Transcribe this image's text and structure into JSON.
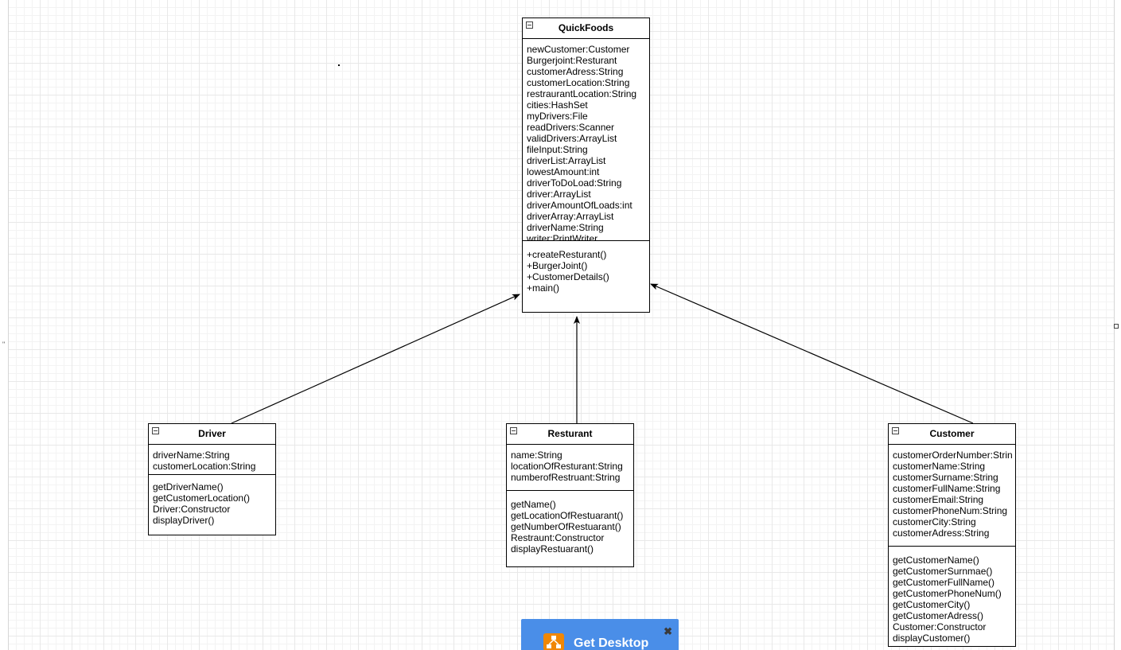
{
  "diagram": {
    "classes": {
      "quickfoods": {
        "name": "QuickFoods",
        "attributes": [
          "newCustomer:Customer",
          "Burgerjoint:Resturant",
          "customerAdress:String",
          "customerLocation:String",
          "restraurantLocation:String",
          "cities:HashSet",
          "myDrivers:File",
          "readDrivers:Scanner",
          "validDrivers:ArrayList",
          "fileInput:String",
          "driverList:ArrayList",
          "lowestAmount:int",
          "driverToDoLoad:String",
          "driver:ArrayList",
          "driverAmountOfLoads:int",
          "driverArray:ArrayList",
          "driverName:String",
          "writer:PrintWriter"
        ],
        "methods": [
          "+createResturant()",
          "+BurgerJoint()",
          "+CustomerDetails()",
          "+main()"
        ]
      },
      "driver": {
        "name": "Driver",
        "attributes": [
          "driverName:String",
          "customerLocation:String"
        ],
        "methods": [
          "getDriverName()",
          "getCustomerLocation()",
          "Driver:Constructor",
          "displayDriver()"
        ]
      },
      "resturant": {
        "name": "Resturant",
        "attributes": [
          "name:String",
          "locationOfResturant:String",
          "numberofRestruant:String"
        ],
        "methods": [
          "getName()",
          "getLocationOfRestuarant()",
          "getNumberOfRestuarant()",
          "Restraunt:Constructor",
          "displayRestuarant()"
        ]
      },
      "customer": {
        "name": "Customer",
        "attributes": [
          "customerOrderNumber:Strin",
          "customerName:String",
          "customerSurname:String",
          "customerFullName:String",
          "customerEmail:String",
          "customerPhoneNum:String",
          "customerCity:String",
          "customerAdress:String"
        ],
        "methods": [
          "getCustomerName()",
          "getCustomerSurnmae()",
          "getCustomerFullName()",
          "getCustomerPhoneNum()",
          "getCustomerCity()",
          "getCustomerAdress()",
          "Customer:Constructor",
          "displayCustomer()"
        ]
      }
    }
  },
  "banner": {
    "text": "Get Desktop",
    "close_glyph": "✖"
  },
  "left_marker": "\""
}
